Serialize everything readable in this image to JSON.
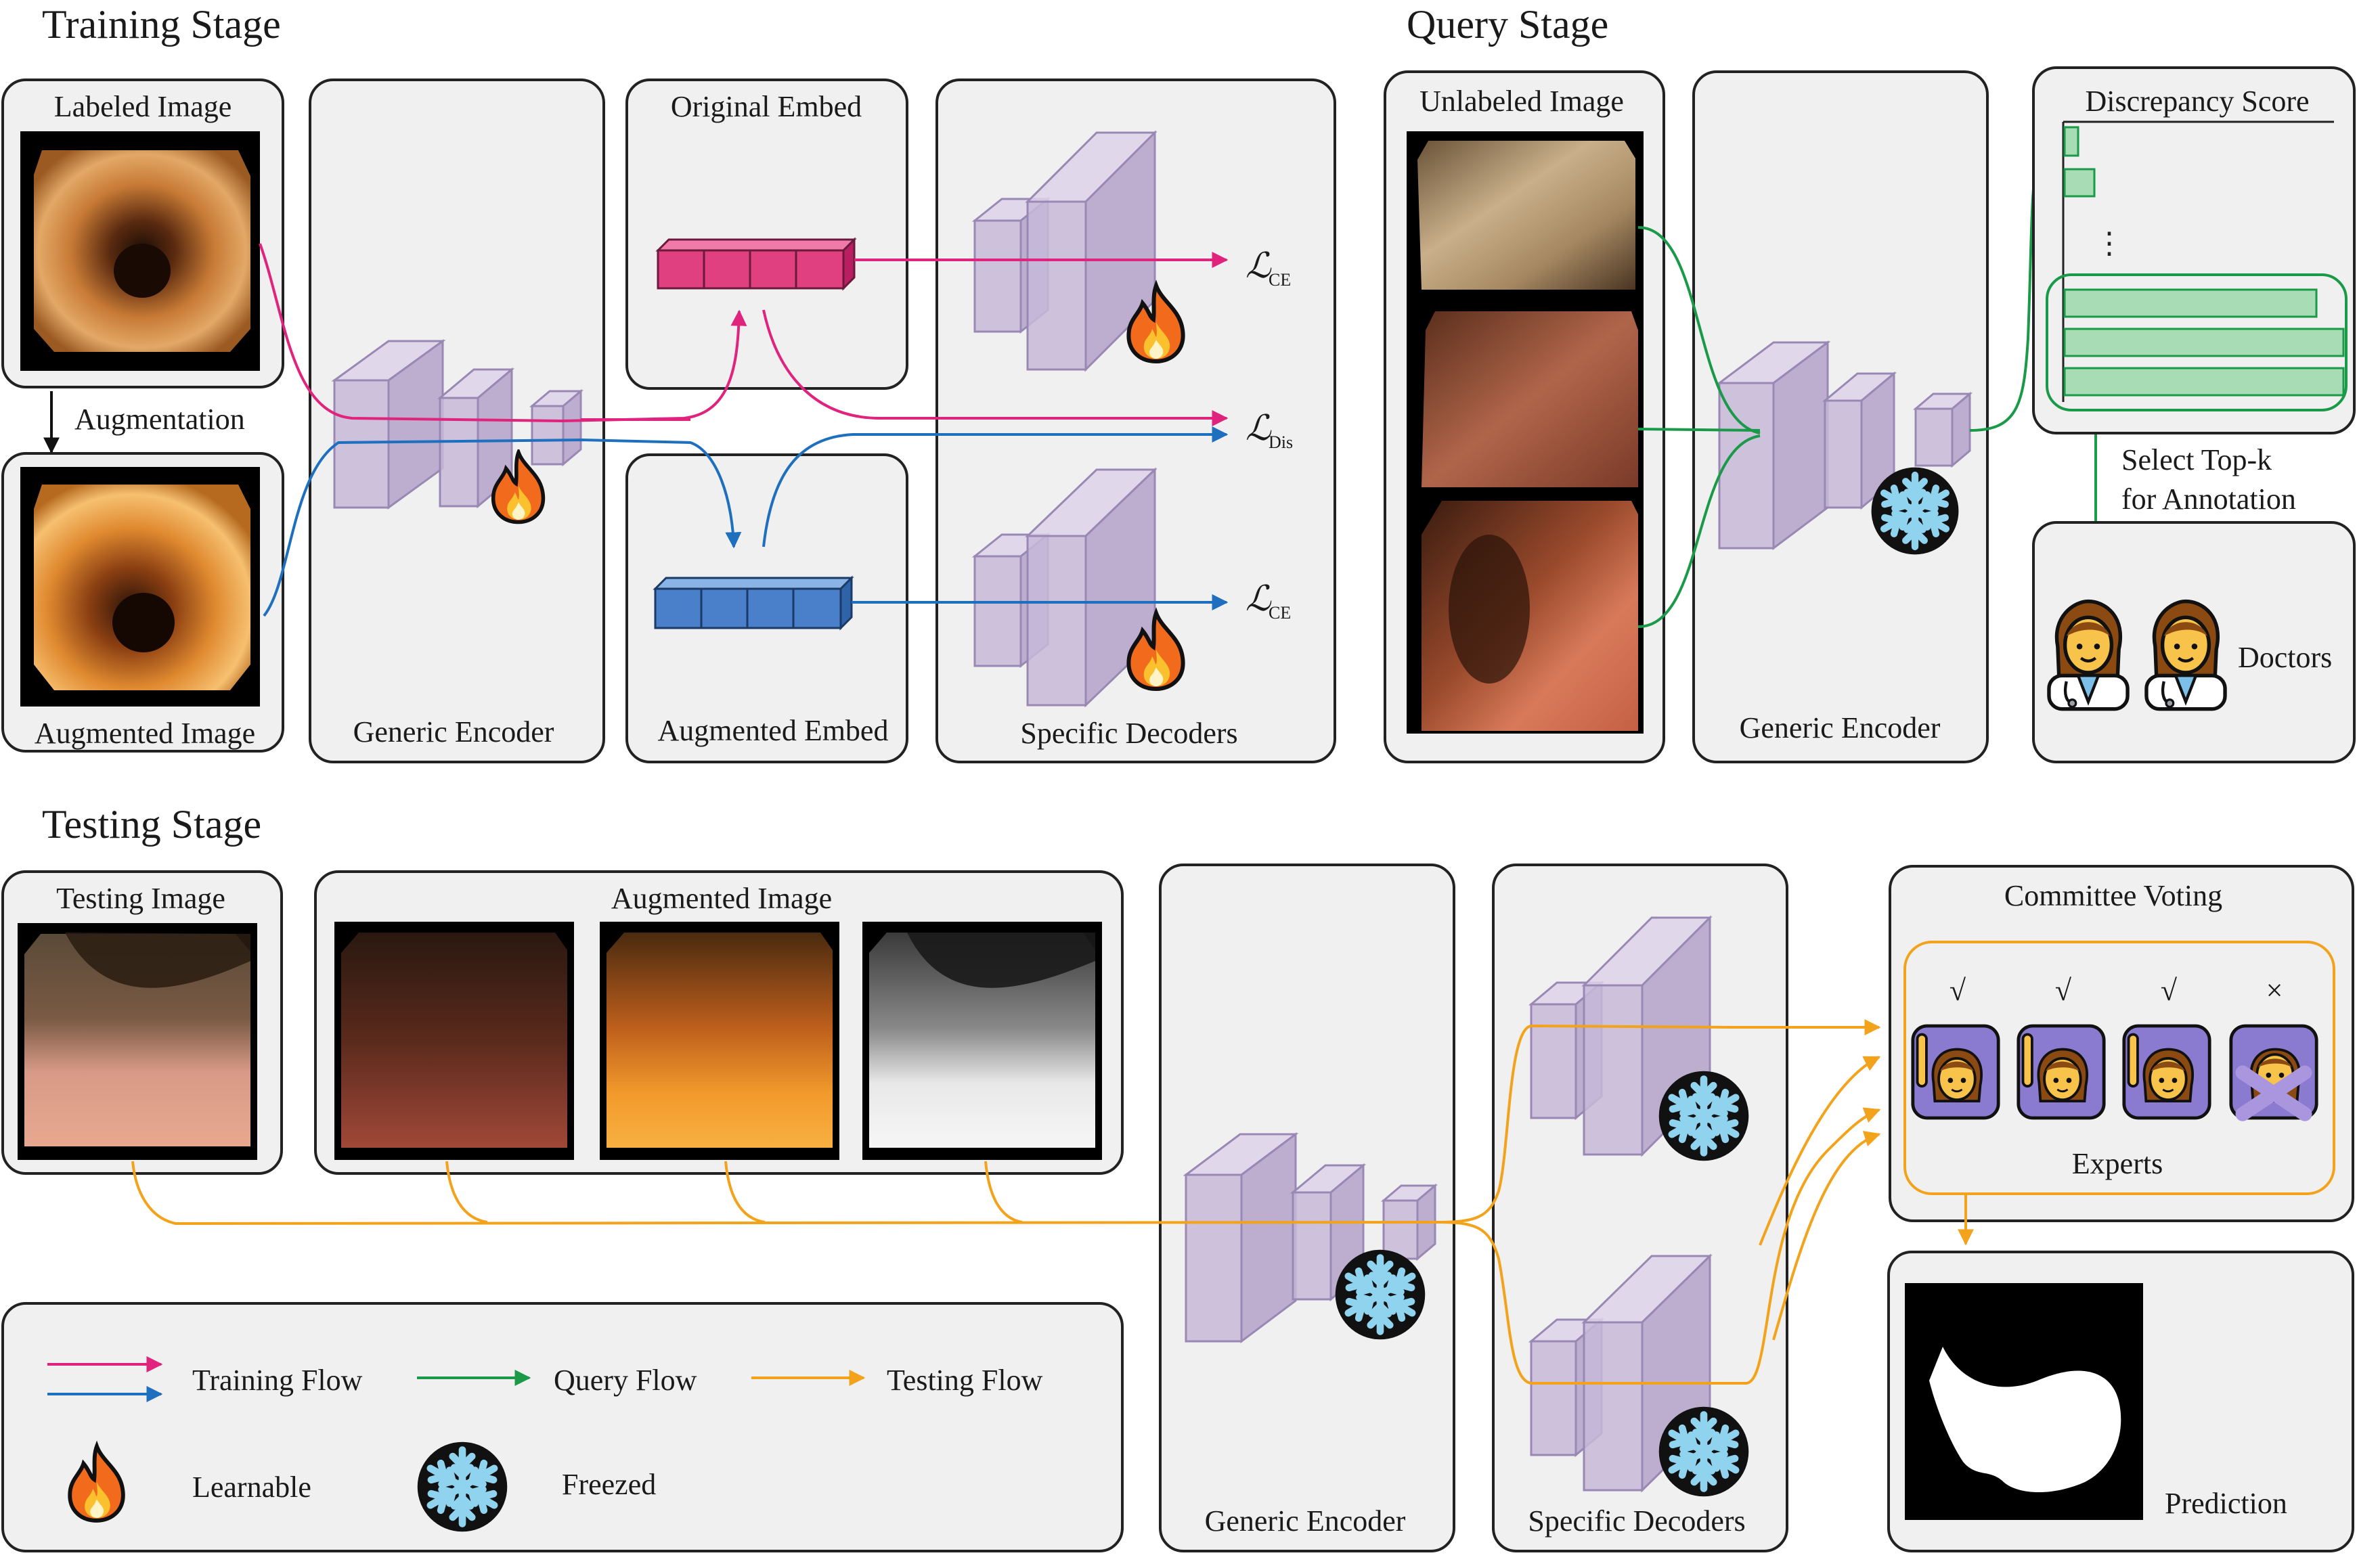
{
  "training": {
    "title": "Training Stage",
    "labeled_image": "Labeled Image",
    "augmentation": "Augmentation",
    "augmented_image": "Augmented Image",
    "generic_encoder": "Generic Encoder",
    "original_embed": "Original Embed",
    "augmented_embed": "Augmented Embed",
    "specific_decoders": "Specific Decoders",
    "loss_symbol": "ℒ",
    "loss_ce_sub": "CE",
    "loss_dis_sub": "Dis"
  },
  "query": {
    "title": "Query Stage",
    "unlabeled_image": "Unlabeled Image",
    "generic_encoder": "Generic Encoder",
    "discrepancy_score": "Discrepancy Score",
    "select_line1": "Select Top-k",
    "select_line2": "for Annotation",
    "doctors": "Doctors",
    "dots": "⋮"
  },
  "testing": {
    "title": "Testing Stage",
    "testing_image": "Testing Image",
    "augmented_image": "Augmented Image",
    "generic_encoder": "Generic Encoder",
    "specific_decoders": "Specific Decoders",
    "committee_voting": "Committee Voting",
    "experts": "Experts",
    "prediction": "Prediction",
    "votes": [
      "√",
      "√",
      "√",
      "×"
    ]
  },
  "legend": {
    "training_flow": "Training Flow",
    "query_flow": "Query Flow",
    "testing_flow": "Testing Flow",
    "learnable": "Learnable",
    "freezed": "Freezed"
  },
  "colors": {
    "training_pink": "#e0237d",
    "training_blue": "#1f6fbf",
    "query_green": "#1a9a48",
    "testing_orange": "#f2a31b",
    "cube_purple": "#c7b8d8",
    "embed_pink": "#e0407f",
    "embed_blue": "#4a7fc9"
  },
  "icons": [
    "fire-icon",
    "snowflake-icon",
    "doctor-icon",
    "expert-icon"
  ]
}
